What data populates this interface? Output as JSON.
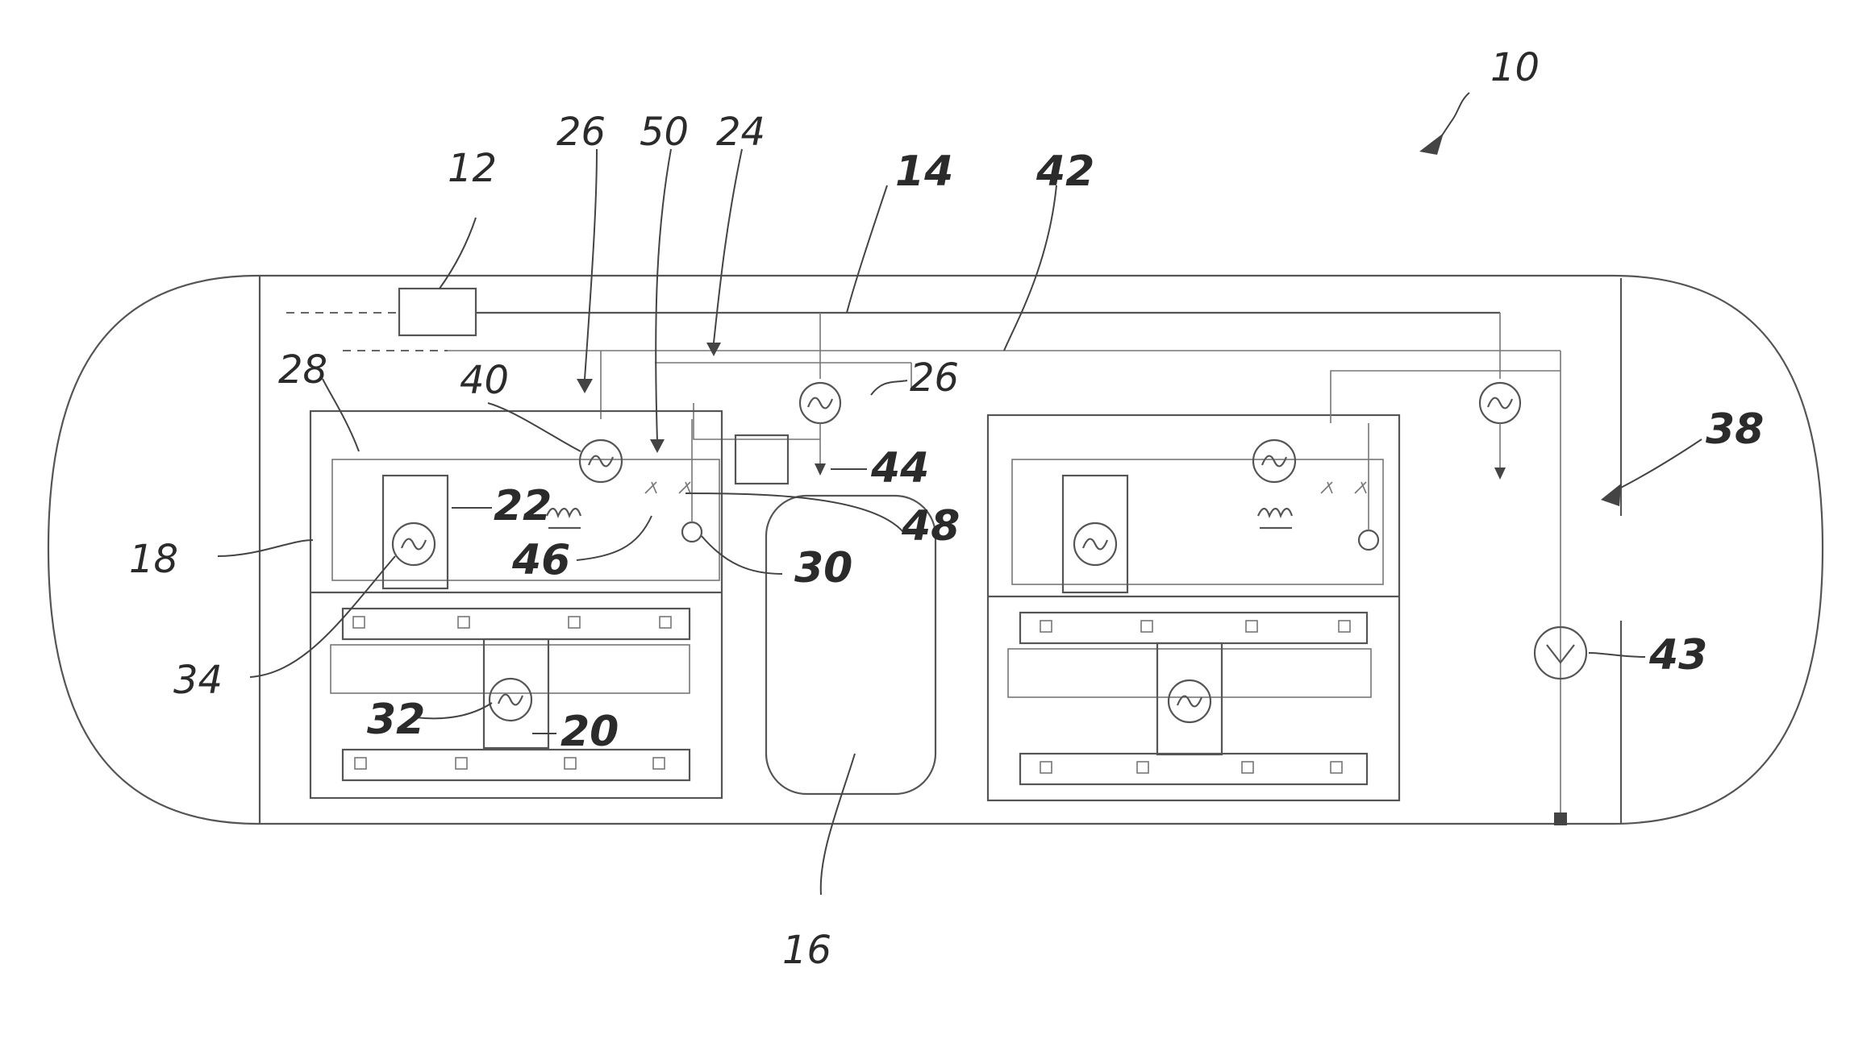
{
  "labels": {
    "l10": "10",
    "l12": "12",
    "l14": "14",
    "l16": "16",
    "l18": "18",
    "l20": "20",
    "l22": "22",
    "l24": "24",
    "l26a": "26",
    "l26b": "26",
    "l28": "28",
    "l30": "30",
    "l32": "32",
    "l34": "34",
    "l38": "38",
    "l40": "40",
    "l42": "42",
    "l43": "43",
    "l44": "44",
    "l46": "46",
    "l48": "48",
    "l50": "50"
  },
  "colors": {
    "line": "#555555",
    "background": "#ffffff"
  },
  "icons": [
    "generator-icon",
    "fan-icon",
    "heating-coil-icon",
    "valve-icon",
    "sensor-icon",
    "pump-icon"
  ]
}
